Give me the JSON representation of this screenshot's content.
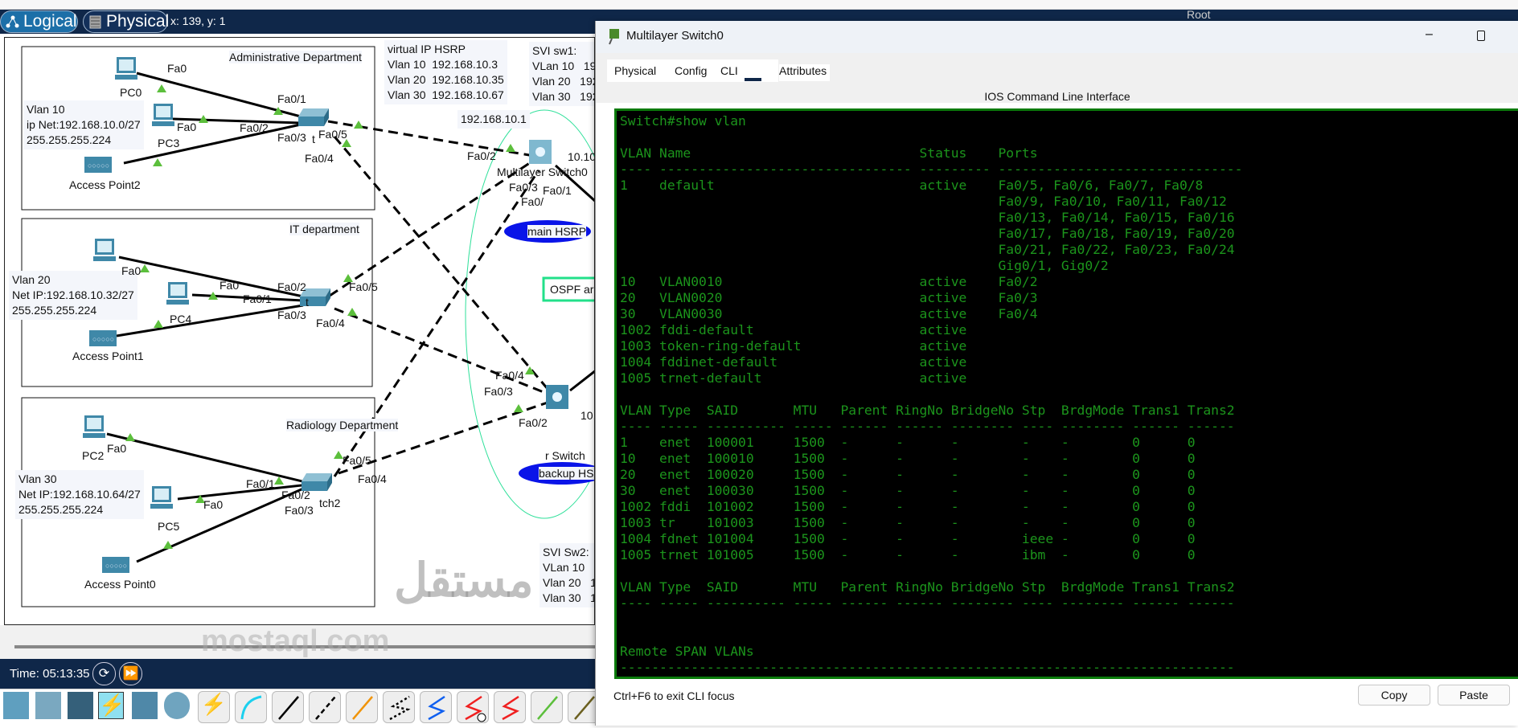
{
  "topbar": {
    "logical": "Logical",
    "physical": "Physical",
    "coords": "x: 139, y: 1",
    "root": "Root"
  },
  "diagram": {
    "areas": {
      "admin": "Administrative Department",
      "it": "IT department",
      "radiology": "Radiology Department"
    },
    "devices": {
      "pc0": "PC0",
      "pc3": "PC3",
      "ap2": "Access Point2",
      "pc4": "PC4",
      "ap1": "Access Point1",
      "pc2": "PC2",
      "pc5": "PC5",
      "ap0": "Access Point0",
      "switch0_frag": "t",
      "switch1_frag": "t",
      "switch2_frag": "tch2",
      "mls0_frag": "Multilayer Switch0",
      "mls1_frag": "r Switch"
    },
    "notes": {
      "vlan10": "Vlan 10\nip Net:192.168.10.0/27\n255.255.255.224",
      "vlan20": "Vlan 20\nNet IP:192.168.10.32/27\n255.255.255.224",
      "vlan30": "Vlan 30\nNet IP:192.168.10.64/27\n255.255.255.224",
      "hsrp": "virtual IP HSRP\nVlan 10  192.168.10.3\nVlan 20  192.168.10.35\nVlan 30  192.168.10.67",
      "svi_sw1": "SVI sw1:\nVLan 10   192.\nVlan 20   192.1\nVlan 30   192.1",
      "svi_sw2": "SVI Sw2:\nVLan 10   1\nVlan 20   19\nVlan 30   19",
      "gw": "192.168.10.1",
      "ip_mls0": "10.10",
      "ip_mls1": "10.",
      "main_hsrp": "main HSRP",
      "backup_hsrp": "backup HSRP",
      "ospf": "OSPF ar"
    },
    "ports": [
      "Fa0",
      "Fa0/1",
      "Fa0",
      "Fa0/2",
      "Fa0/3",
      "Fa0/5",
      "Fa0/4",
      "Fa0/2",
      "Fa0/3",
      "Fa0/1",
      "Fa0/",
      "Fa0",
      "Fa0",
      "Fa0/2",
      "Fa0/1",
      "Fa0/5",
      "Fa0/3",
      "Fa0/4",
      "Fa0/4",
      "Fa0/3",
      "Fa0/2",
      "Fa0",
      "Fa0/1",
      "Fa0",
      "Fa0/2",
      "Fa0/3",
      "Fa0/5",
      "Fa0/4"
    ]
  },
  "sim": {
    "time": "Time: 05:13:35"
  },
  "dialog": {
    "title": "Multilayer Switch0",
    "tabs": [
      "Physical",
      "Config",
      "CLI",
      "Attributes"
    ],
    "active_tab": "CLI",
    "cli_heading": "IOS Command Line Interface",
    "cli_lines": [
      "Switch#show vlan",
      "",
      "VLAN Name                             Status    Ports",
      "---- -------------------------------- --------- -------------------------------",
      "1    default                          active    Fa0/5, Fa0/6, Fa0/7, Fa0/8",
      "                                                Fa0/9, Fa0/10, Fa0/11, Fa0/12",
      "                                                Fa0/13, Fa0/14, Fa0/15, Fa0/16",
      "                                                Fa0/17, Fa0/18, Fa0/19, Fa0/20",
      "                                                Fa0/21, Fa0/22, Fa0/23, Fa0/24",
      "                                                Gig0/1, Gig0/2",
      "10   VLAN0010                         active    Fa0/2",
      "20   VLAN0020                         active    Fa0/3",
      "30   VLAN0030                         active    Fa0/4",
      "1002 fddi-default                     active",
      "1003 token-ring-default               active",
      "1004 fddinet-default                  active",
      "1005 trnet-default                    active",
      "",
      "VLAN Type  SAID       MTU   Parent RingNo BridgeNo Stp  BrdgMode Trans1 Trans2",
      "---- ----- ---------- ----- ------ ------ -------- ---- -------- ------ ------",
      "1    enet  100001     1500  -      -      -        -    -        0      0",
      "10   enet  100010     1500  -      -      -        -    -        0      0",
      "20   enet  100020     1500  -      -      -        -    -        0      0",
      "30   enet  100030     1500  -      -      -        -    -        0      0",
      "1002 fddi  101002     1500  -      -      -        -    -        0      0",
      "1003 tr    101003     1500  -      -      -        -    -        0      0",
      "1004 fdnet 101004     1500  -      -      -        ieee -        0      0",
      "1005 trnet 101005     1500  -      -      -        ibm  -        0      0",
      "",
      "VLAN Type  SAID       MTU   Parent RingNo BridgeNo Stp  BrdgMode Trans1 Trans2",
      "---- ----- ---------- ----- ------ ------ -------- ---- -------- ------ ------",
      "",
      "",
      "Remote SPAN VLANs",
      "------------------------------------------------------------------------------"
    ],
    "hint": "Ctrl+F6 to exit CLI focus",
    "copy": "Copy",
    "paste": "Paste"
  },
  "watermark": {
    "arabic": "مستقل",
    "latin": "mostaql.com"
  },
  "colors": {
    "navy": "#0f2749",
    "terminal_text": "#1c941c",
    "terminal_border": "#0a7a0a",
    "hsrp_blue": "#0a14e8",
    "ospf_green": "#22e08a"
  }
}
